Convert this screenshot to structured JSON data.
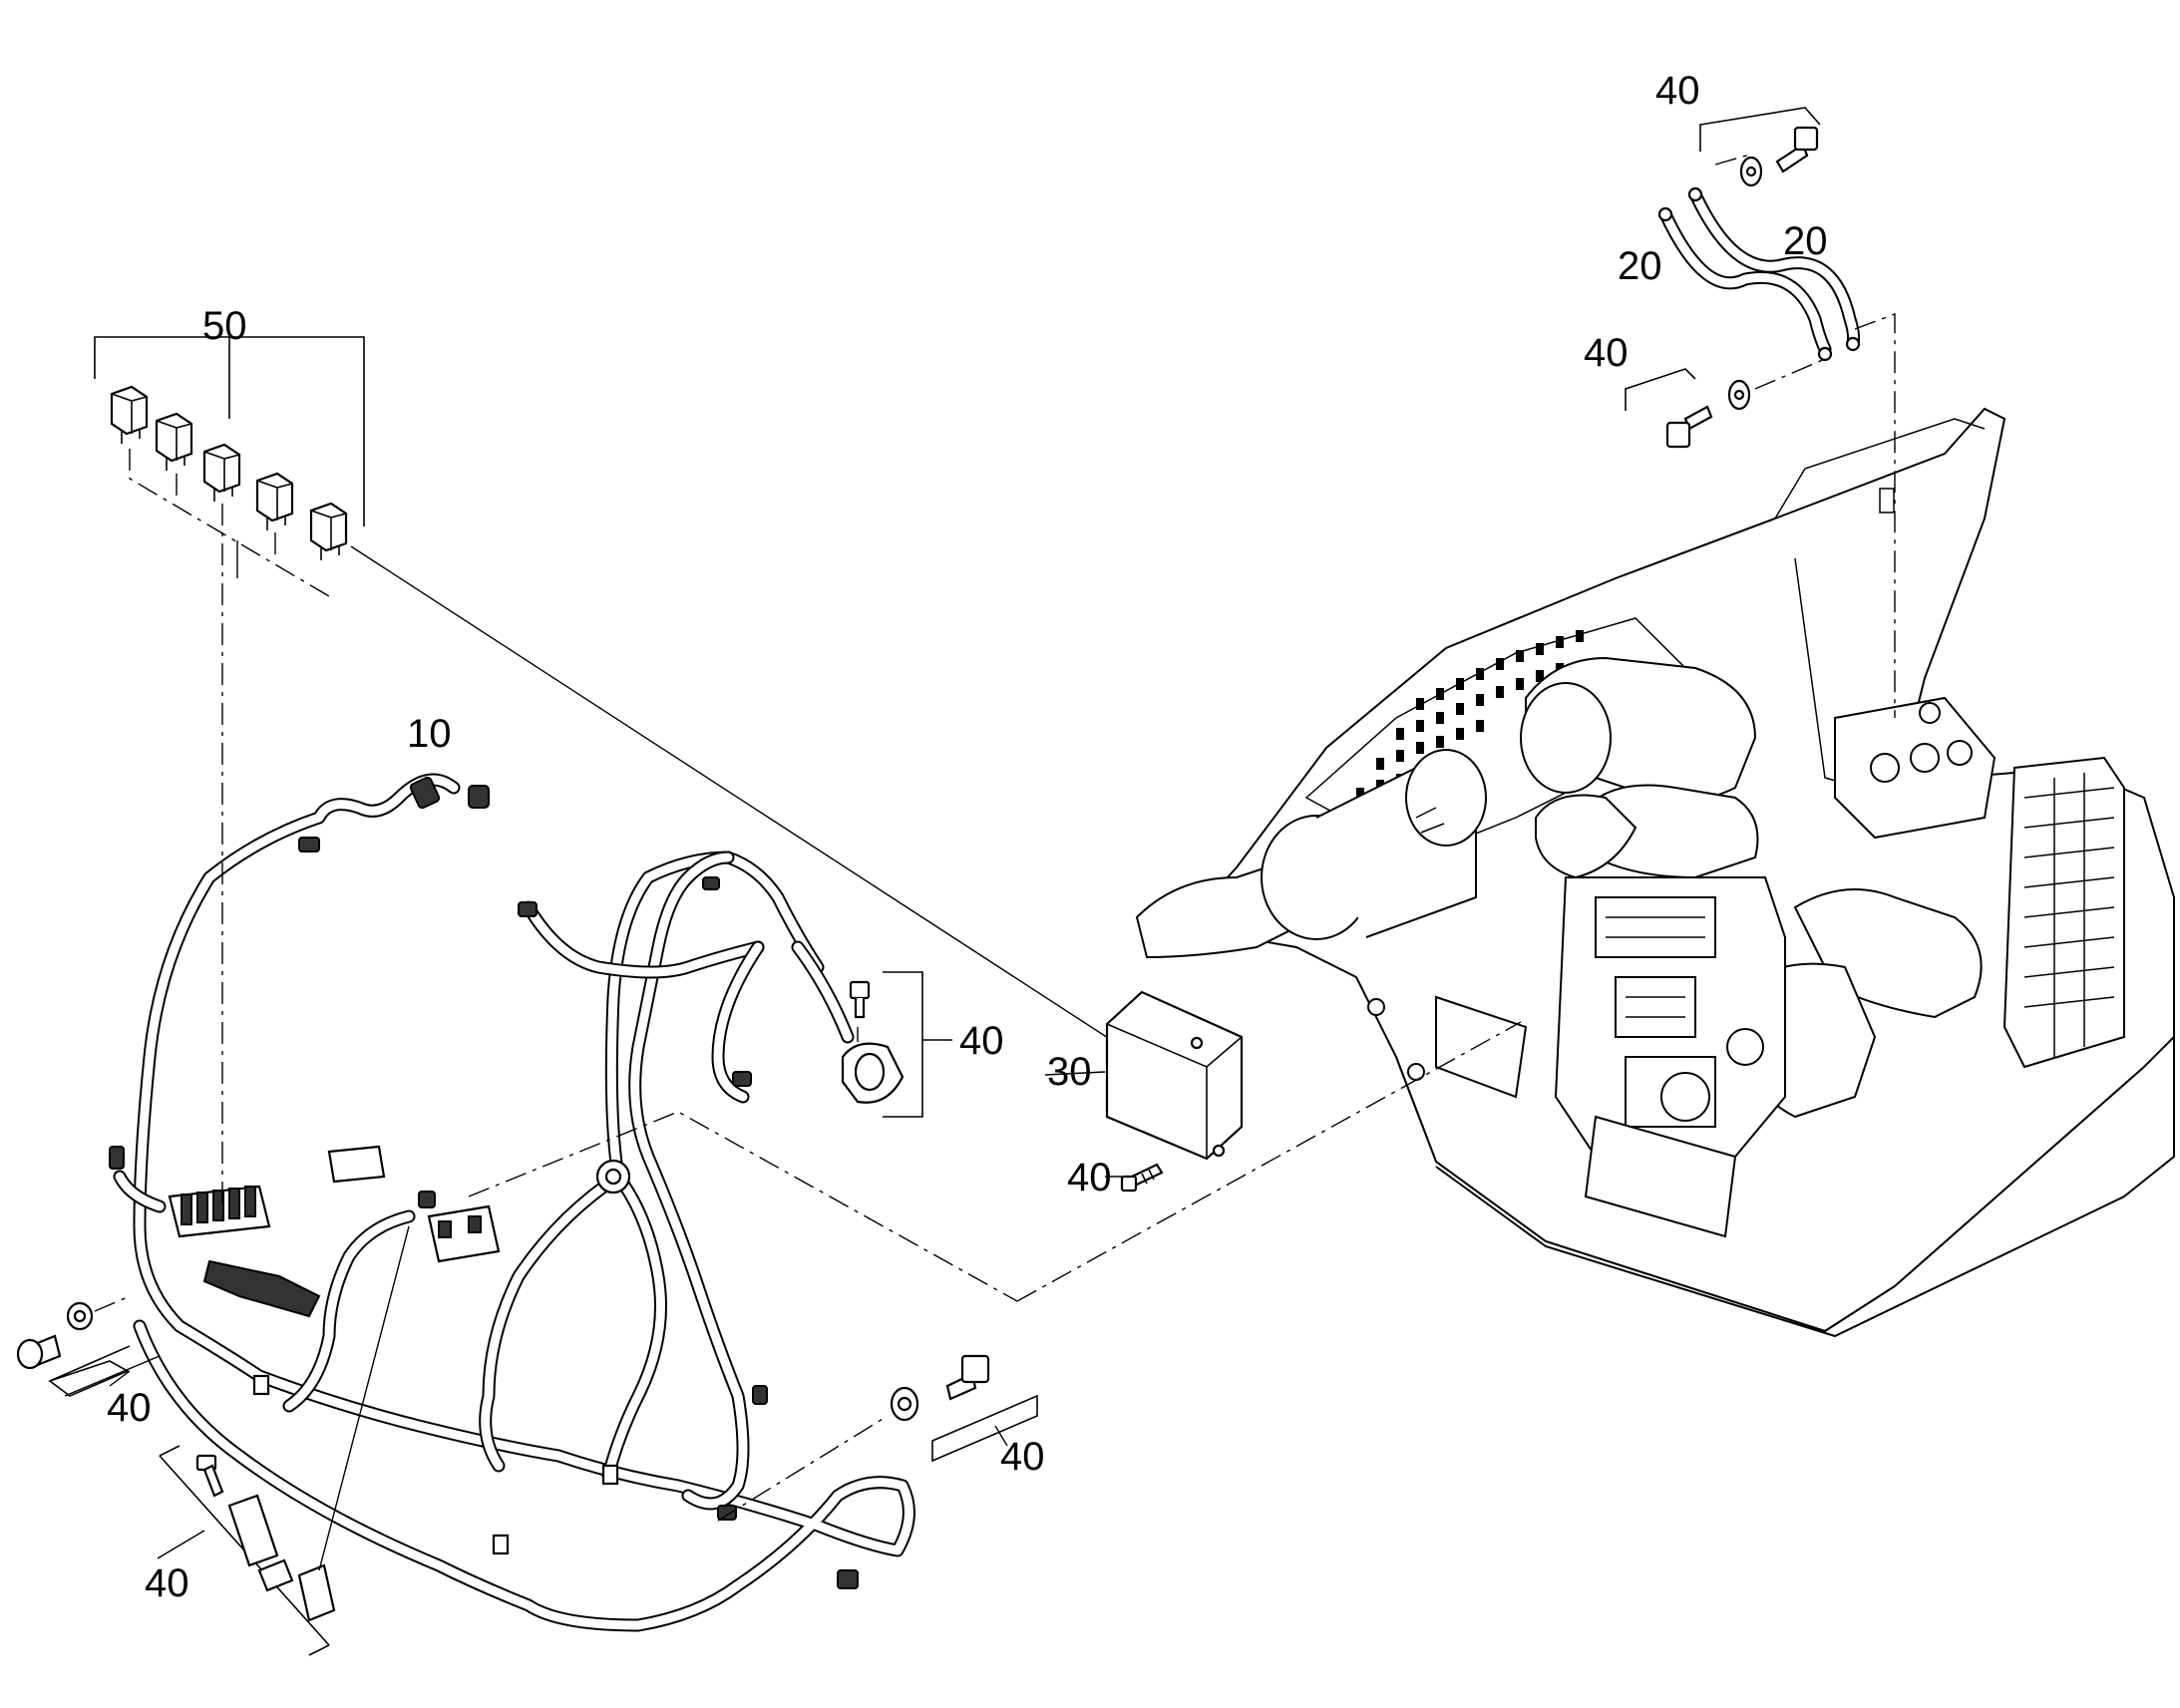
{
  "callouts": {
    "harness": "10",
    "strap_left": "20",
    "strap_right": "20",
    "control_box": "30",
    "relays": "50",
    "fastener_top_washer_bolt": "40",
    "fastener_top_bolt_washer": "40",
    "fastener_clamp": "40",
    "fastener_box_screw": "40",
    "fastener_left_bolt": "40",
    "fastener_right_bolt": "40",
    "fastener_bottom_clip": "40"
  },
  "colors": {
    "line": "#000000",
    "background": "#ffffff",
    "dark_fill": "#333333"
  }
}
